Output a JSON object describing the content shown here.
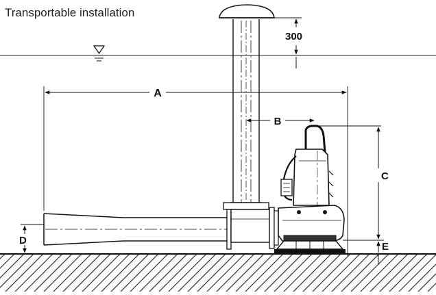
{
  "title": "Transportable installation",
  "dimensions": {
    "a": "A",
    "b": "B",
    "c": "C",
    "d": "D",
    "e": "E",
    "riser_clearance": "300"
  }
}
